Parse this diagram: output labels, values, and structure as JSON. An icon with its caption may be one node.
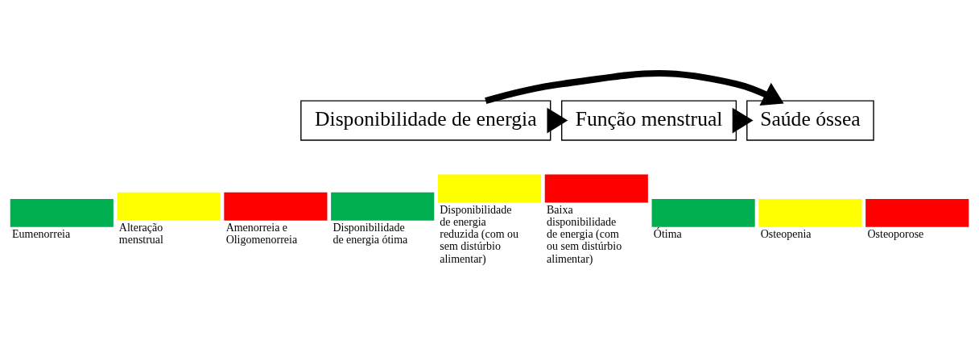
{
  "diagram": {
    "nodes": [
      {
        "text": [
          "Função menstrual"
        ]
      },
      {
        "text": [
          "Disponibilidade de energia"
        ]
      },
      {
        "text": [
          "Saúde óssea"
        ]
      },
      {
        "text": [],
        "shape": "bar",
        "beside": [
          "Eumenorreia"
        ]
      },
      {
        "text": [],
        "shape": "bar",
        "beside": [
          "Alteração menstrual"
        ]
      },
      {
        "text": [],
        "shape": "bar",
        "beside": [
          "Amenorreia e Oligomenorreia"
        ]
      },
      {
        "text": [],
        "shape": "bar",
        "beside": [
          "Disponibilidade de energia ótima"
        ]
      },
      {
        "text": [],
        "shape": "bar",
        "beside": [
          "Disponibilidade de energia reduzida (com ou sem distúrbio alimentar)"
        ]
      },
      {
        "text": [],
        "shape": "bar",
        "beside": [
          "Baixa disponibilidade de energia (com ou sem distúrbio alimentar)"
        ]
      },
      {
        "text": [],
        "shape": "bar",
        "beside": [
          "Ótima"
        ]
      },
      {
        "text": [],
        "shape": "bar",
        "beside": [
          "Osteopenia"
        ]
      },
      {
        "text": [],
        "shape": "bar",
        "beside": [
          "Osteoporose"
        ]
      }
    ],
    "edges": [
      {
        "from": 0,
        "to": 2,
        "arrow": "to"
      },
      {
        "from": 1,
        "to": 0,
        "arrow": "to"
      },
      {
        "from": 1,
        "to": 2,
        "arrow": "to"
      }
    ]
  }
}
